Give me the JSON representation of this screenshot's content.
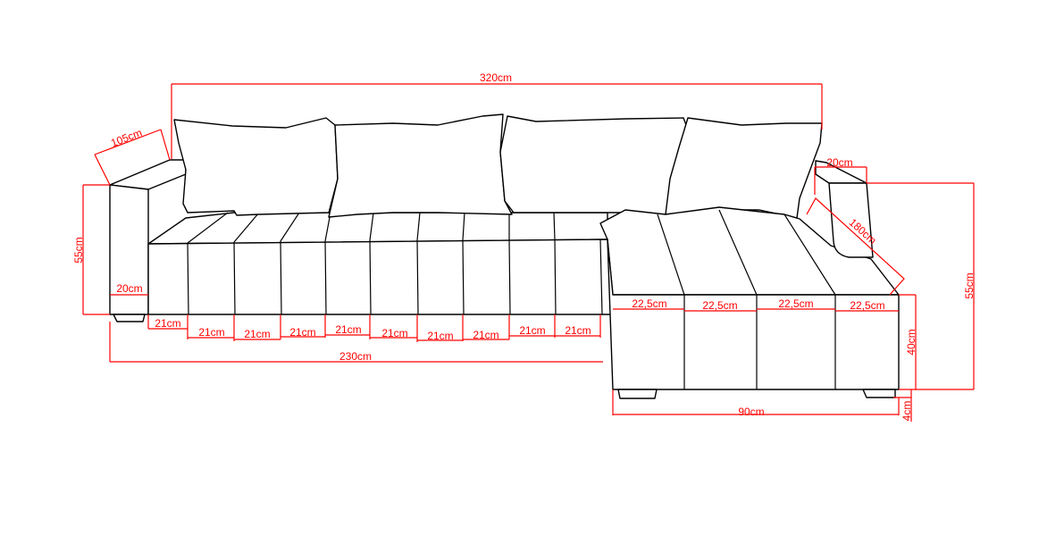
{
  "colors": {
    "outline": "#000000",
    "dimension": "#ff0000",
    "background": "#ffffff"
  },
  "dimensions": {
    "total_width": "320cm",
    "arm_depth": "105cm",
    "left_height": "55cm",
    "left_arm_width": "20cm",
    "seat_sections": [
      "21cm",
      "21cm",
      "21cm",
      "21cm",
      "21cm",
      "21cm",
      "21cm",
      "21cm",
      "21cm",
      "21cm"
    ],
    "main_length": "230cm",
    "right_arm_width": "20cm",
    "chaise_length": "180cm",
    "right_height": "55cm",
    "chaise_sections": [
      "22,5cm",
      "22,5cm",
      "22,5cm",
      "22,5cm"
    ],
    "seat_height": "40cm",
    "chaise_width": "90cm",
    "leg_height": "4cm"
  }
}
